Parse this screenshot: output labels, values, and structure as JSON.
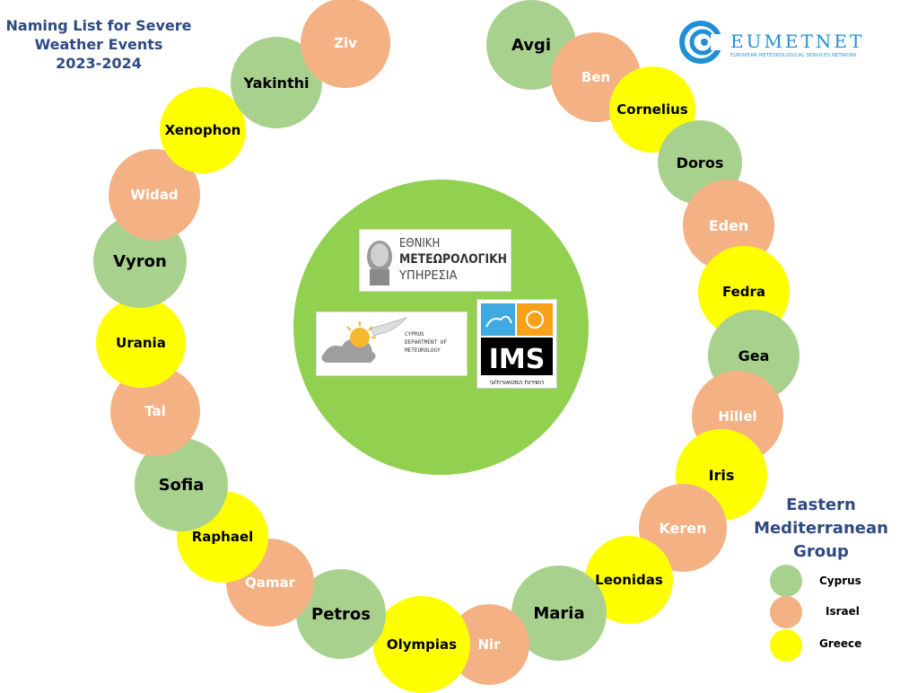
{
  "title": {
    "lines": [
      "Naming List for Severe",
      "Weather Events",
      "2023-2024"
    ]
  },
  "colors": {
    "cyprus": "#a9d18e",
    "israel": "#f4b183",
    "greece": "#ffff00",
    "center": "#92d050",
    "title": "#2e4a82",
    "eumetnet": "#1f8fd6"
  },
  "names": [
    {
      "name": "Avgi",
      "group": "cyprus"
    },
    {
      "name": "Ben",
      "group": "israel"
    },
    {
      "name": "Cornelius",
      "group": "greece"
    },
    {
      "name": "Doros",
      "group": "cyprus"
    },
    {
      "name": "Eden",
      "group": "israel"
    },
    {
      "name": "Fedra",
      "group": "greece"
    },
    {
      "name": "Gea",
      "group": "cyprus"
    },
    {
      "name": "Hillel",
      "group": "israel"
    },
    {
      "name": "Iris",
      "group": "greece"
    },
    {
      "name": "Keren",
      "group": "israel"
    },
    {
      "name": "Leonidas",
      "group": "greece"
    },
    {
      "name": "Maria",
      "group": "cyprus"
    },
    {
      "name": "Nir",
      "group": "israel"
    },
    {
      "name": "Olympias",
      "group": "greece"
    },
    {
      "name": "Petros",
      "group": "cyprus"
    },
    {
      "name": "Qamar",
      "group": "israel"
    },
    {
      "name": "Raphael",
      "group": "greece"
    },
    {
      "name": "Sofia",
      "group": "cyprus"
    },
    {
      "name": "Tal",
      "group": "israel"
    },
    {
      "name": "Urania",
      "group": "greece"
    },
    {
      "name": "Vyron",
      "group": "cyprus"
    },
    {
      "name": "Widad",
      "group": "israel"
    },
    {
      "name": "Xenophon",
      "group": "greece"
    },
    {
      "name": "Yakinthi",
      "group": "cyprus"
    },
    {
      "name": "Ziv",
      "group": "israel"
    }
  ],
  "logos": {
    "hnms": {
      "line1": "ΕΘΝΙΚΗ",
      "line2": "ΜΕΤΕΩΡΟΛΟΓΙΚΗ",
      "line3": "ΥΠΗΡΕΣΙΑ"
    },
    "cyprus": {
      "line1": "CYPRUS",
      "line2": "DEPARTMENT OF",
      "line3": "METEOROLOGY"
    },
    "ims": {
      "text": "IMS",
      "sub": "השירות המטאורולוגי"
    },
    "eumetnet": {
      "text": "EUMETNET",
      "sub": "EUROPEAN METEOROLOGICAL SERVICES NETWORK"
    }
  },
  "legend": {
    "title_lines": [
      "Eastern",
      "Mediterranean",
      "Group"
    ],
    "items": [
      {
        "label": "Cyprus",
        "group": "cyprus"
      },
      {
        "label": "Israel",
        "group": "israel"
      },
      {
        "label": "Greece",
        "group": "greece"
      }
    ]
  }
}
